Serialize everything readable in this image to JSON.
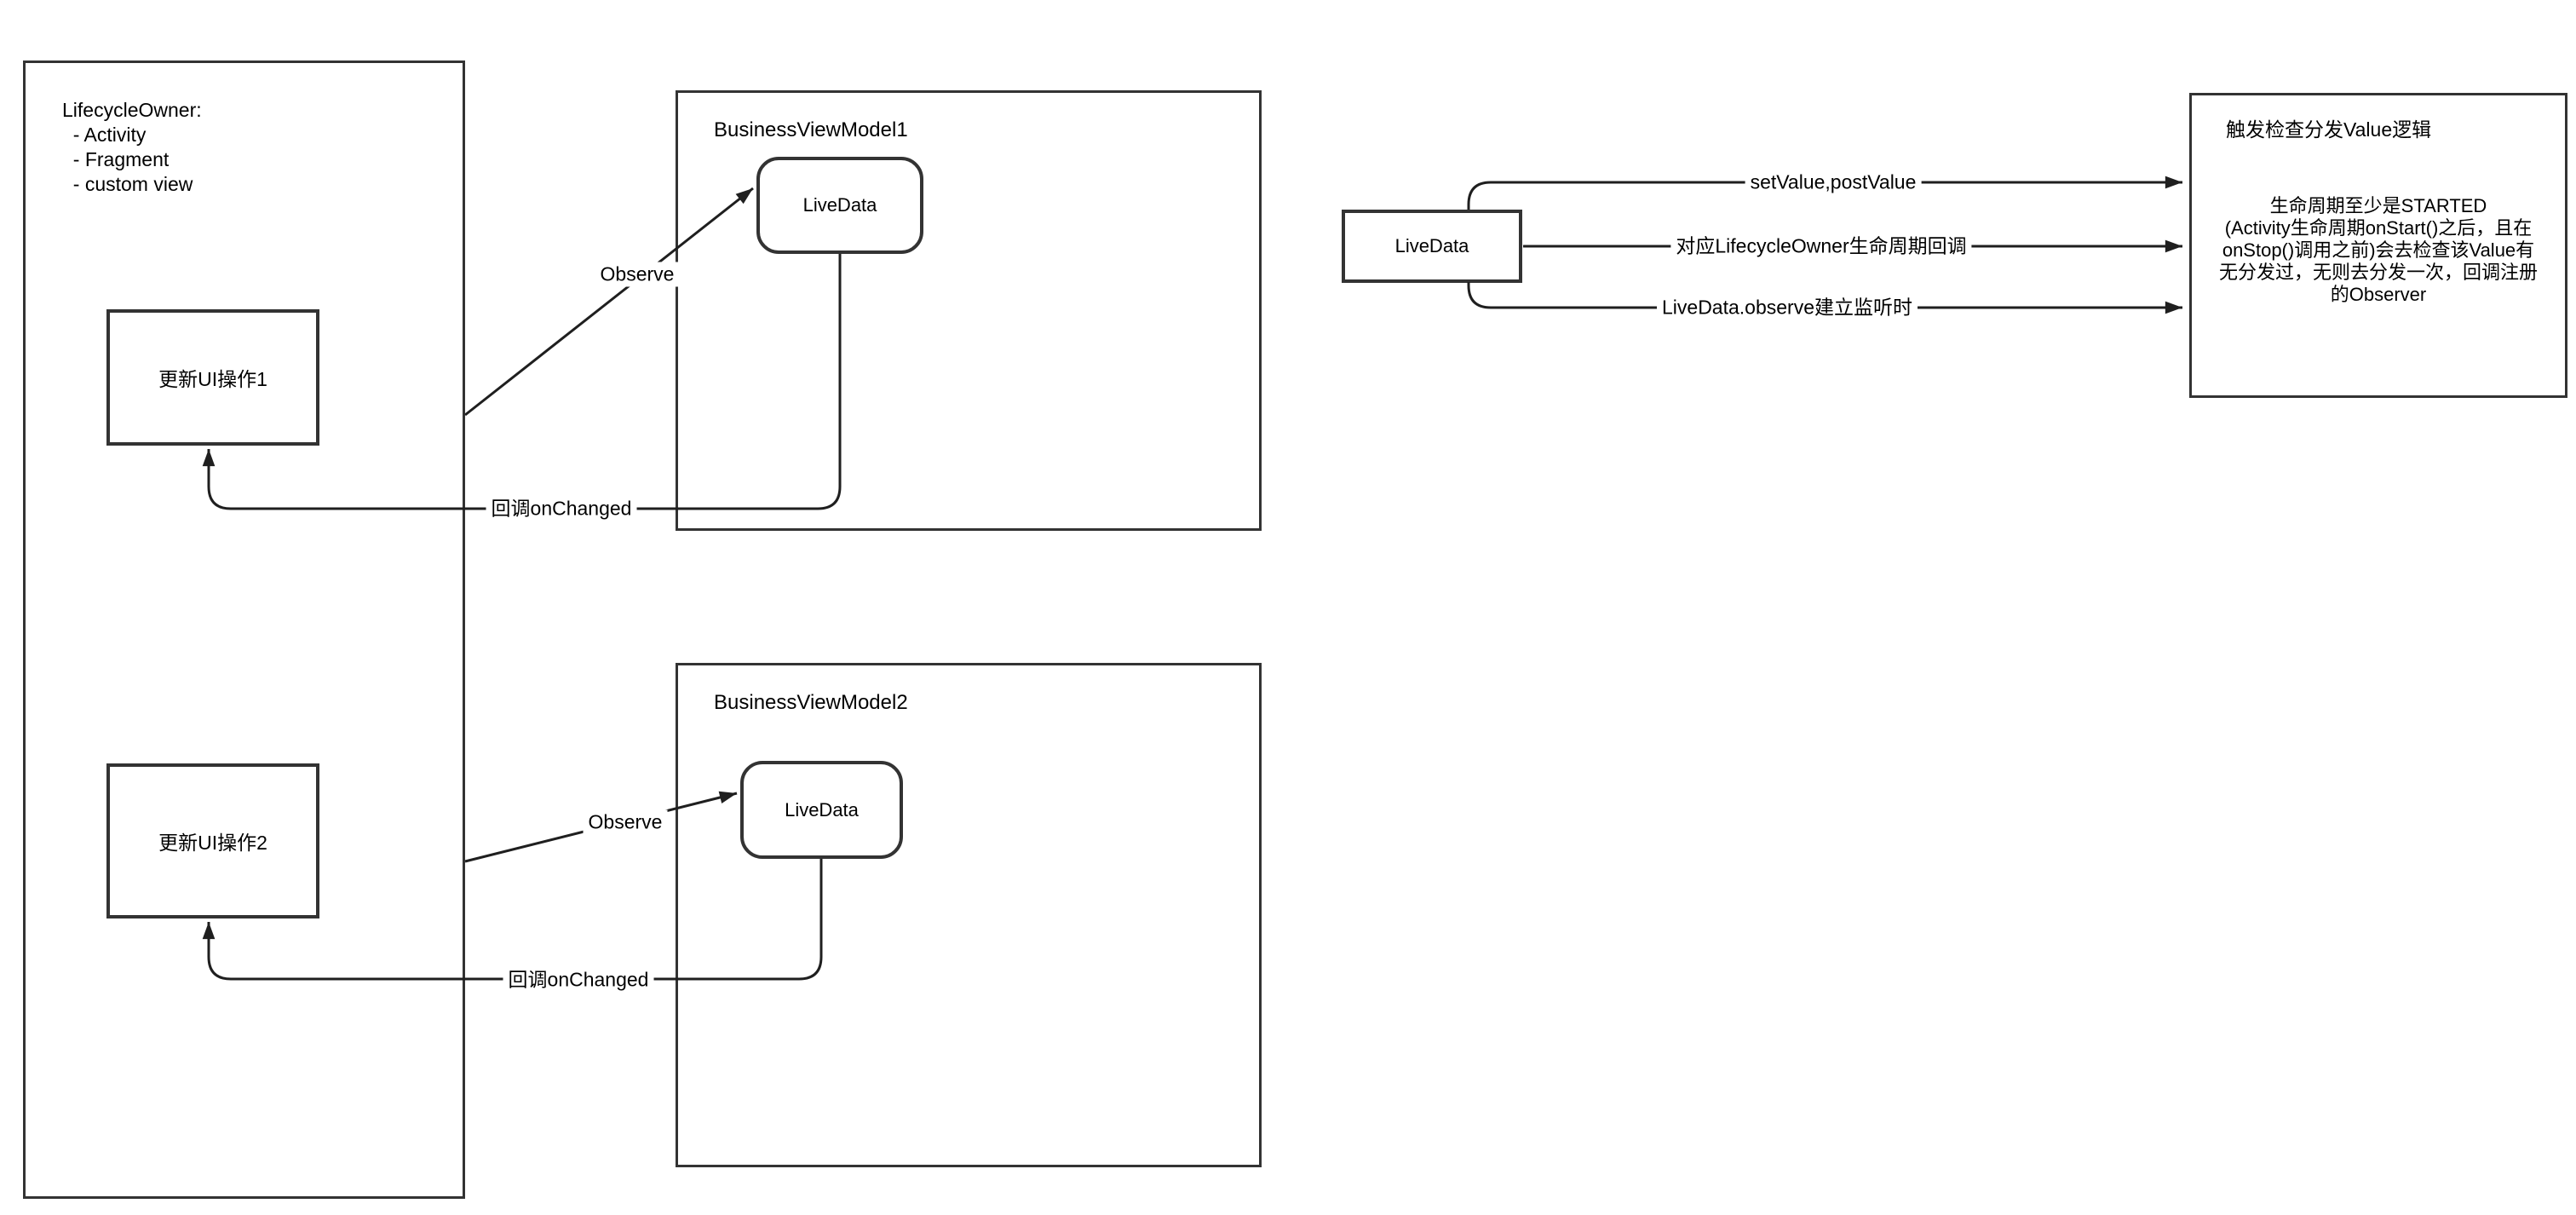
{
  "colors": {
    "background": "#ffffff",
    "shape_border": "#333333",
    "connector": "#1f1f1f",
    "text": "#000000"
  },
  "lifecycle_owner_panel": {
    "text": "LifecycleOwner:\n  - Activity\n  - Fragment\n  - custom view"
  },
  "update_ui_box_1": {
    "label": "更新UI操作1"
  },
  "update_ui_box_2": {
    "label": "更新UI操作2"
  },
  "business_view_model_1": {
    "title": "BusinessViewModel1",
    "livedata_label": "LiveData"
  },
  "business_view_model_2": {
    "title": "BusinessViewModel2",
    "livedata_label": "LiveData"
  },
  "livedata_source_box": {
    "label": "LiveData"
  },
  "dispatch_logic_box": {
    "title": "触发检查分发Value逻辑",
    "body": "生命周期至少是STARTED\n(Activity生命周期onStart()之后，且在\nonStop()调用之前)会去检查该Value有\n无分发过，无则去分发一次，回调注册\n的Observer"
  },
  "edge_labels": {
    "observe_1": "Observe",
    "observe_2": "Observe",
    "on_changed_1": "回调onChanged",
    "on_changed_2": "回调onChanged",
    "set_value": "setValue,postValue",
    "lifecycle_callback": "对应LifecycleOwner生命周期回调",
    "observe_listen": "LiveData.observe建立监听时"
  }
}
